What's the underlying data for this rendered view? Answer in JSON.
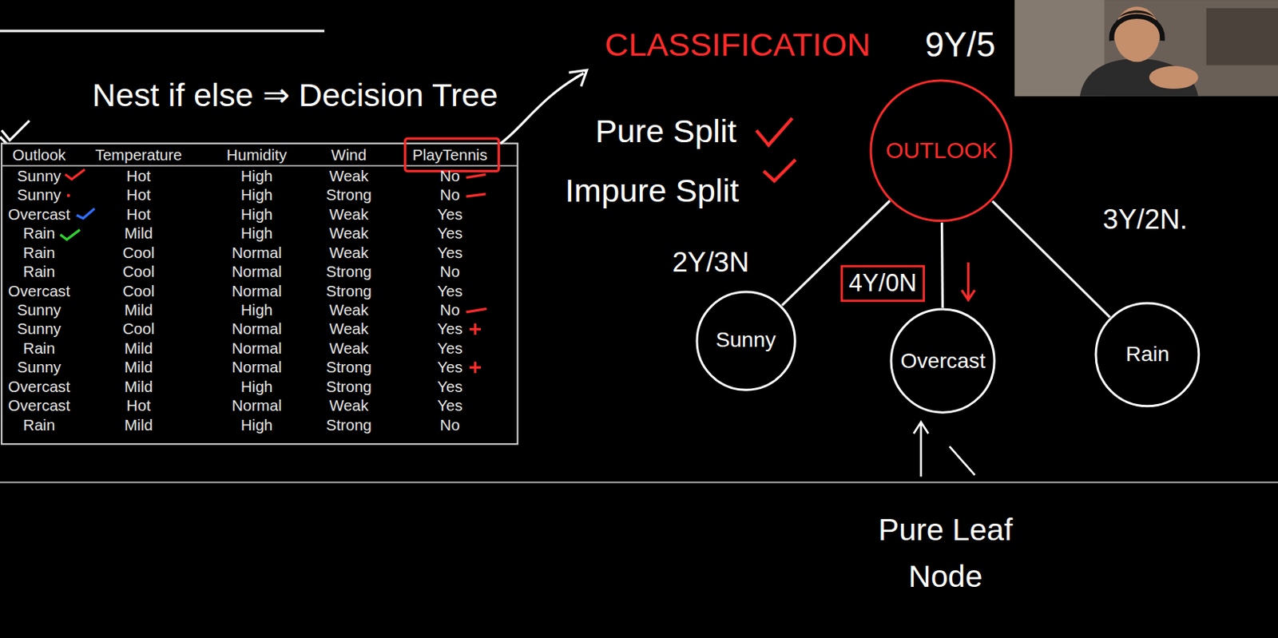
{
  "diagram": {
    "title": "Nest if else ⇒ Decision Tree",
    "nodes": [
      {
        "text": [
          "OUTLOOK"
        ]
      },
      {
        "text": [
          "Sunny"
        ]
      },
      {
        "text": [
          "Overcast"
        ]
      },
      {
        "text": [
          "Rain"
        ]
      }
    ],
    "edges": [
      {
        "from": 0,
        "to": 1,
        "arrow": "none",
        "label": "2Y/3N"
      },
      {
        "from": 0,
        "to": 2,
        "arrow": "none",
        "label": "4Y/0N"
      },
      {
        "from": 0,
        "to": 3,
        "arrow": "none",
        "label": "3Y/2N."
      }
    ],
    "labels": [
      "Outlook",
      "Temperature",
      "Humidity",
      "Wind",
      "PlayTennis",
      "Sunny",
      "Hot",
      "High",
      "Weak",
      "No",
      "Sunny",
      "Hot",
      "High",
      "Strong",
      "No",
      "Overcast",
      "Hot",
      "High",
      "Weak",
      "Yes",
      "Rain",
      "Mild",
      "High",
      "Weak",
      "Yes",
      "Rain",
      "Cool",
      "Normal",
      "Weak",
      "Yes",
      "Rain",
      "Cool",
      "Normal",
      "Strong",
      "No",
      "Overcast",
      "Cool",
      "Normal",
      "Strong",
      "Yes",
      "Sunny",
      "Mild",
      "High",
      "Weak",
      "No",
      "Sunny",
      "Cool",
      "Normal",
      "Weak",
      "Yes",
      "Rain",
      "Mild",
      "Normal",
      "Weak",
      "Yes",
      "Sunny",
      "Mild",
      "Normal",
      "Strong",
      "Yes",
      "Overcast",
      "Mild",
      "High",
      "Strong",
      "Yes",
      "Overcast",
      "Hot",
      "Normal",
      "Weak",
      "Yes",
      "Rain",
      "Mild",
      "High",
      "Strong",
      "No",
      "CLASSIFICATION",
      "9Y/5",
      "Pure Split",
      "Impure Split",
      "Pure Leaf Node"
    ]
  }
}
